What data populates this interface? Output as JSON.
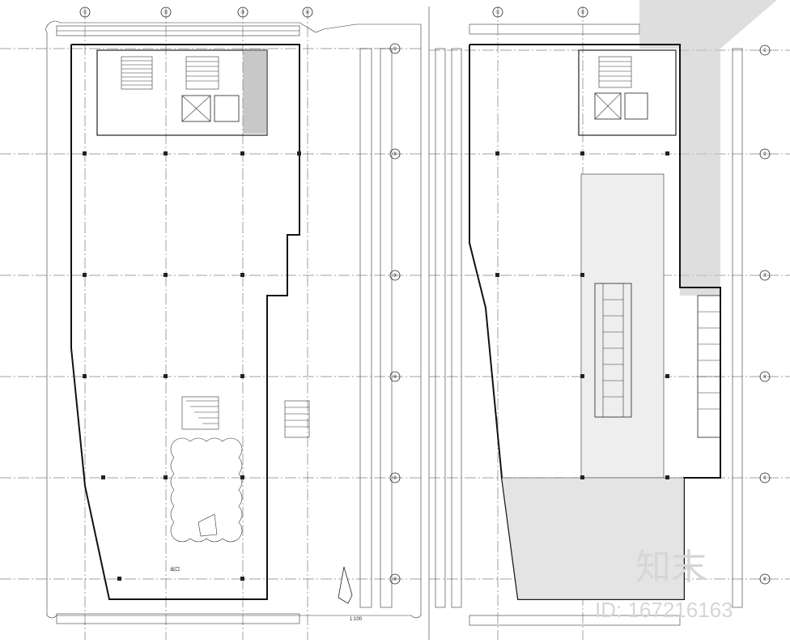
{
  "drawing": {
    "left_plan": {
      "grid_columns": [
        "①",
        "②",
        "③",
        "④"
      ],
      "grid_rows": [
        "①",
        "②",
        "③",
        "④",
        "⑤",
        "⑥"
      ],
      "scale": "1:100",
      "exit_label": "出口"
    },
    "right_plan": {
      "grid_columns": [
        "①",
        "②"
      ],
      "grid_rows": [
        "①",
        "②",
        "③",
        "④",
        "⑤",
        "⑥"
      ]
    },
    "watermark": {
      "logo_text": "知末",
      "id_text": "ID: 167216163"
    }
  }
}
